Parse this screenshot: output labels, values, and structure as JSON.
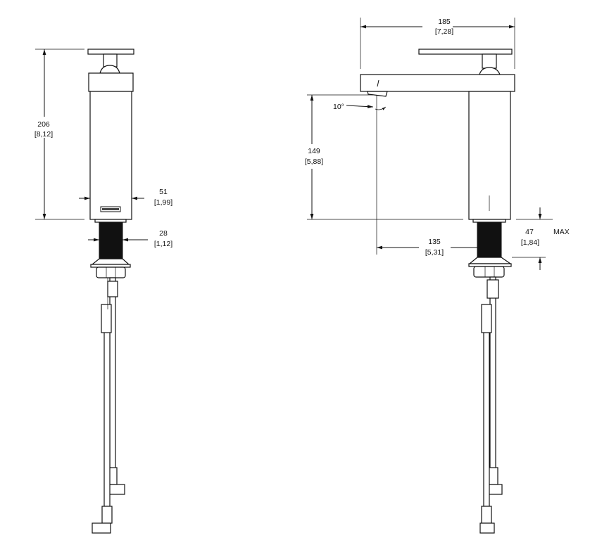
{
  "front_view": {
    "height": {
      "mm": "206",
      "in": "[8,12]"
    },
    "body_width": {
      "mm": "51",
      "in": "[1,99]"
    },
    "thread_diameter": {
      "mm": "28",
      "in": "[1,12]"
    }
  },
  "side_view": {
    "length": {
      "mm": "185",
      "in": "[7,28]"
    },
    "spout_height": {
      "mm": "149",
      "in": "[5,88]"
    },
    "spout_reach": {
      "mm": "135",
      "in": "[5,31]"
    },
    "deck_thickness": {
      "mm": "47",
      "in": "[1,84]",
      "note": "MAX"
    },
    "aerator_angle": "10°"
  }
}
